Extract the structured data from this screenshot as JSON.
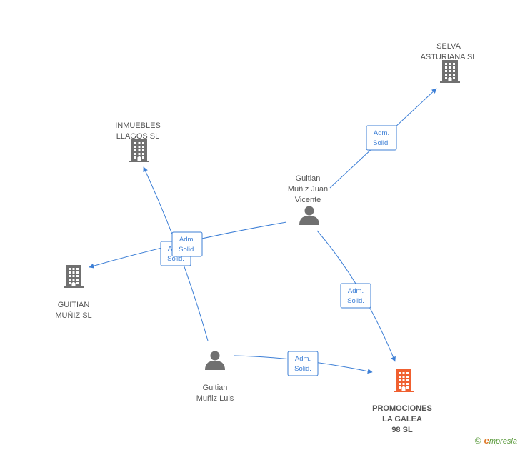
{
  "colors": {
    "edge": "#3d7fd6",
    "building_default": "#707070",
    "building_highlight": "#f06030",
    "person": "#707070",
    "label": "#555555"
  },
  "nodes": [
    {
      "id": "selva",
      "type": "company",
      "icon": "building-icon",
      "highlight": false,
      "label": [
        "SELVA",
        "ASTURIANA  SL"
      ]
    },
    {
      "id": "inmuebles",
      "type": "company",
      "icon": "building-icon",
      "highlight": false,
      "label": [
        "INMUEBLES",
        "LLAGOS SL"
      ]
    },
    {
      "id": "guitian_munz",
      "type": "company",
      "icon": "building-icon",
      "highlight": false,
      "label": [
        "GUITIAN",
        "MUÑIZ SL"
      ]
    },
    {
      "id": "promociones",
      "type": "company",
      "icon": "building-icon",
      "highlight": true,
      "label": [
        "PROMOCIONES",
        "LA GALEA",
        "98 SL"
      ]
    },
    {
      "id": "juan_vicente",
      "type": "person",
      "icon": "person-icon",
      "highlight": false,
      "label": [
        "Guitian",
        "Muñiz Juan",
        "Vicente"
      ]
    },
    {
      "id": "luis",
      "type": "person",
      "icon": "person-icon",
      "highlight": false,
      "label": [
        "Guitian",
        "Muñiz Luis"
      ]
    }
  ],
  "edges": [
    {
      "id": "e1",
      "from": "juan_vicente",
      "to": "selva",
      "label": [
        "Adm.",
        "Solid."
      ]
    },
    {
      "id": "e2",
      "from": "juan_vicente",
      "to": "guitian_munz",
      "label": [
        "Adm.",
        "Solid."
      ]
    },
    {
      "id": "e3",
      "from": "juan_vicente",
      "to": "promociones",
      "label": [
        "Adm.",
        "Solid."
      ]
    },
    {
      "id": "e4",
      "from": "luis",
      "to": "inmuebles",
      "label": [
        "Adm.",
        "Solid."
      ]
    },
    {
      "id": "e5",
      "from": "luis",
      "to": "promociones",
      "label": [
        "Adm.",
        "Solid."
      ]
    }
  ],
  "brand": {
    "copyright": "©",
    "initial": "e",
    "name": "mpresia"
  }
}
